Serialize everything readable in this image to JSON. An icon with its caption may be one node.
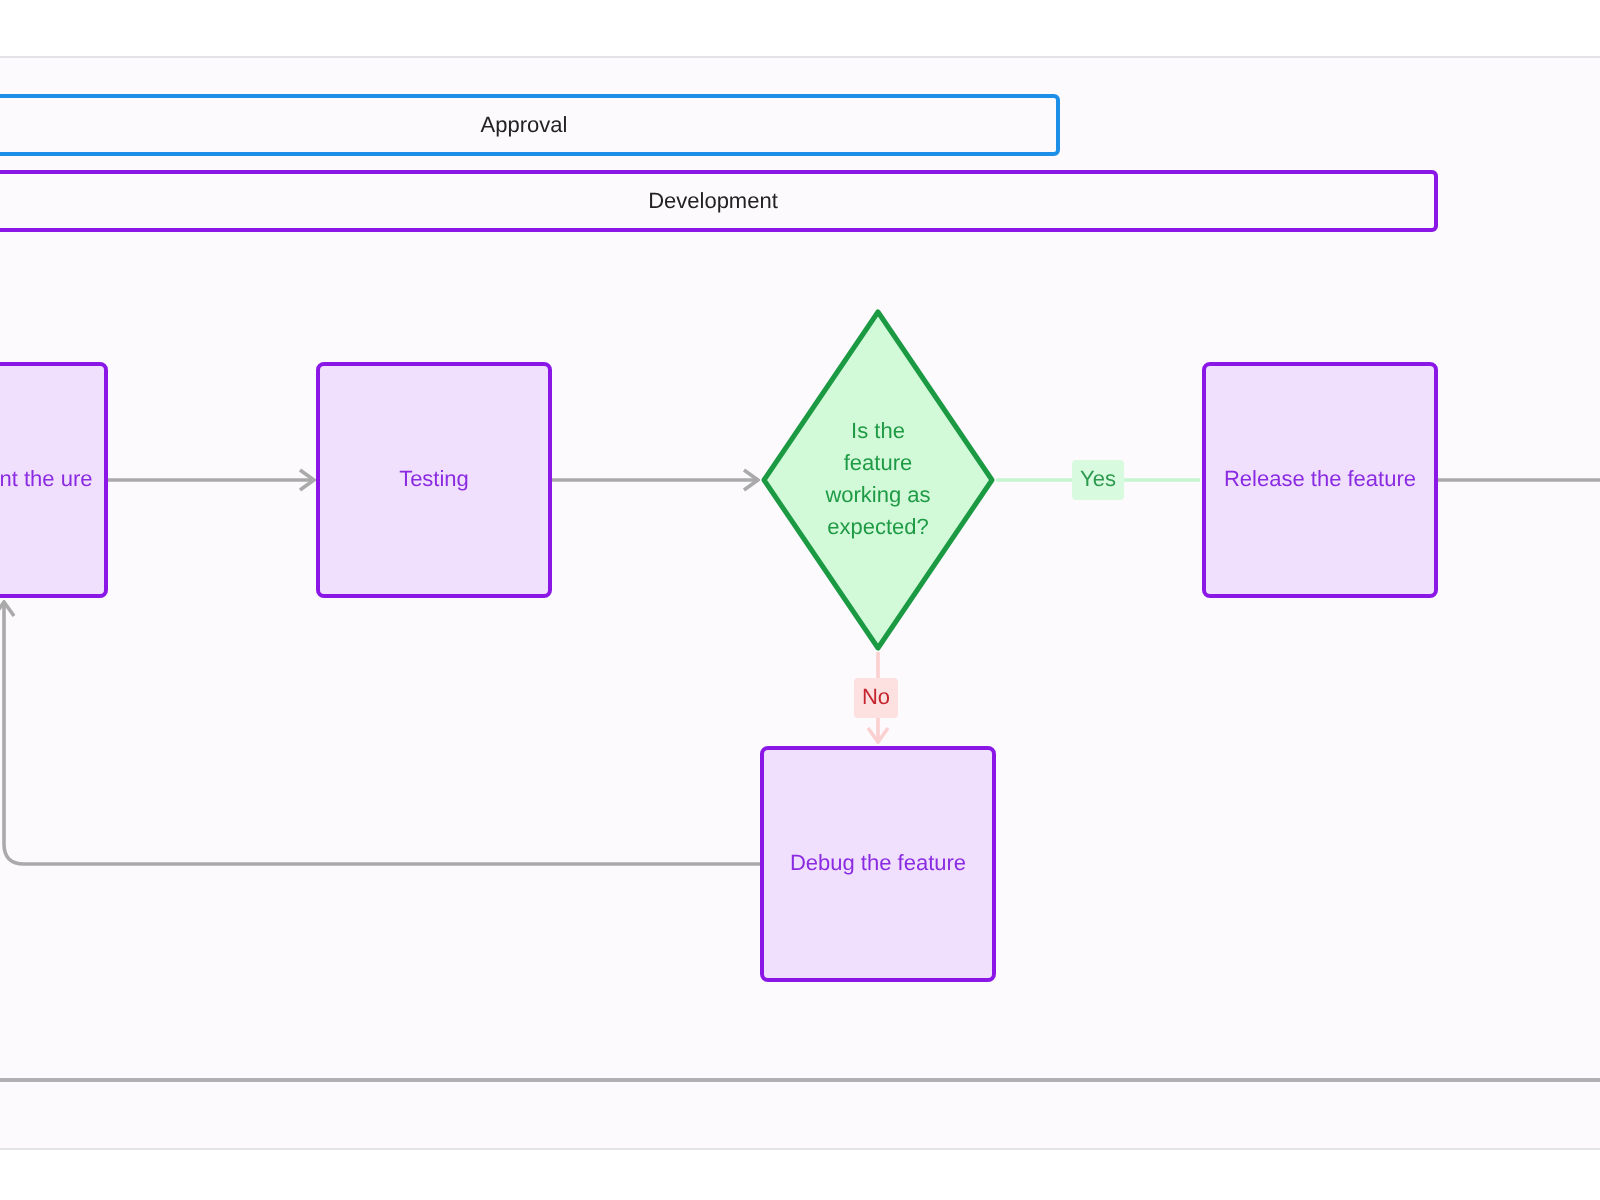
{
  "diagram": {
    "nodes": [
      {
        "text": [
          "Approval"
        ]
      },
      {
        "text": [
          "Development"
        ]
      },
      {
        "text": [
          "nt the ure"
        ]
      },
      {
        "text": [
          "Testing"
        ]
      },
      {
        "text": [
          "Is the feature working as expected?"
        ]
      },
      {
        "text": [
          "Release the feature"
        ]
      },
      {
        "text": [
          "Debug the feature"
        ]
      }
    ],
    "edges": [
      {
        "from": 2,
        "to": 3,
        "arrow": "to"
      },
      {
        "from": 3,
        "to": 4,
        "arrow": "to"
      },
      {
        "from": 4,
        "to": 5,
        "arrow": "none",
        "label": "Yes",
        "color": "#c6f6d0"
      },
      {
        "from": 4,
        "to": 6,
        "arrow": "to",
        "label": "No",
        "color": "#fbd0d0"
      },
      {
        "from": 6,
        "to": 2,
        "arrow": "to"
      },
      {
        "from": 5,
        "to": null,
        "arrow": "none"
      }
    ]
  }
}
